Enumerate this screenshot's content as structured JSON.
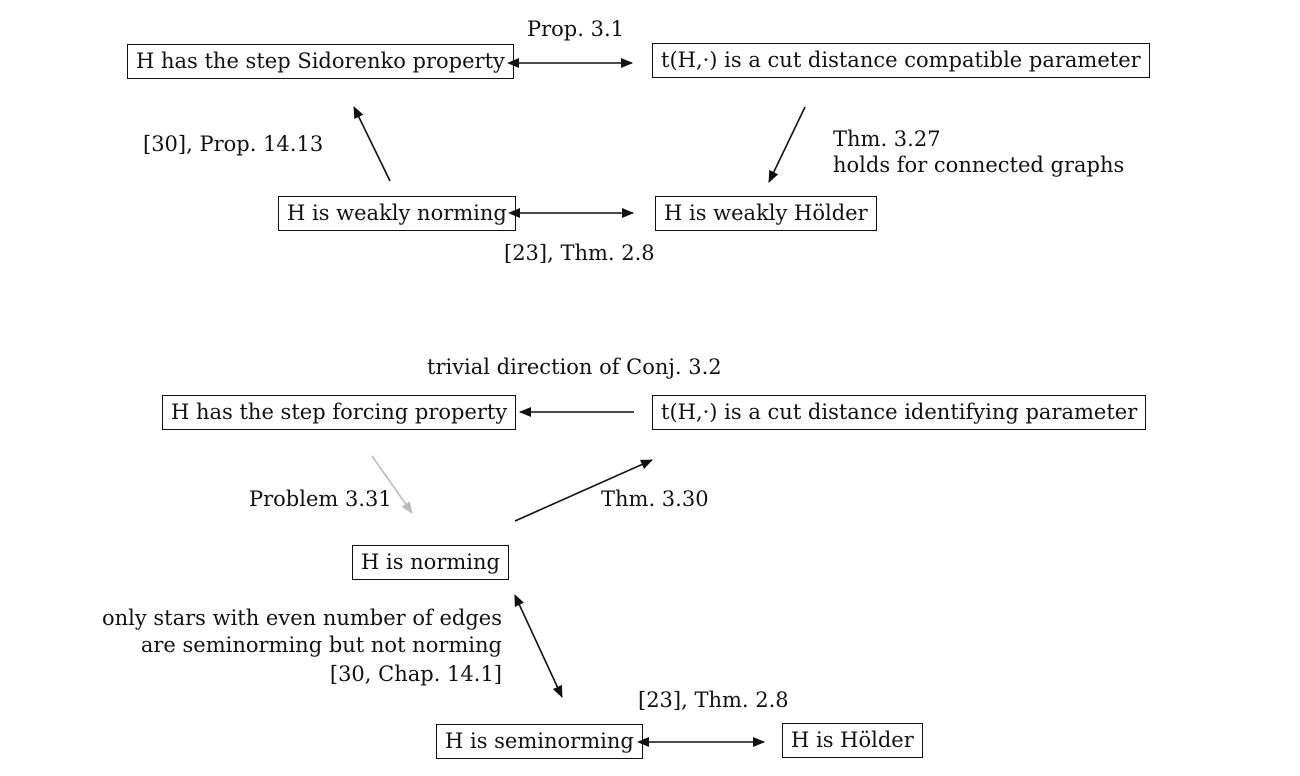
{
  "nodes": {
    "step_sidorenko": "H has the step Sidorenko property",
    "cut_compatible": "t(H,·) is a cut distance compatible parameter",
    "weakly_norming": "H is weakly norming",
    "weakly_holder": "H is weakly Hölder",
    "step_forcing": "H has the step forcing property",
    "cut_identifying": "t(H,·) is a cut distance identifying parameter",
    "norming": "H is norming",
    "seminorming": "H is seminorming",
    "holder": "H is Hölder"
  },
  "labels": {
    "prop_3_1": "Prop. 3.1",
    "ref_30_prop": "[30], Prop. 14.13",
    "thm_3_27_line1": "Thm. 3.27",
    "thm_3_27_line2": "holds for connected graphs",
    "ref_23_top": "[23], Thm. 2.8",
    "trivial_conj": "trivial direction of Conj. 3.2",
    "problem_3_31": "Problem 3.31",
    "thm_3_30": "Thm. 3.30",
    "stars_line1": "only stars with even number of edges",
    "stars_line2": "are seminorming but not norming",
    "stars_line3": "[30, Chap. 14.1]",
    "ref_23_bottom": "[23], Thm. 2.8"
  },
  "colors": {
    "arrow": "#111111",
    "open_problem_arrow": "#bbbbbb"
  }
}
